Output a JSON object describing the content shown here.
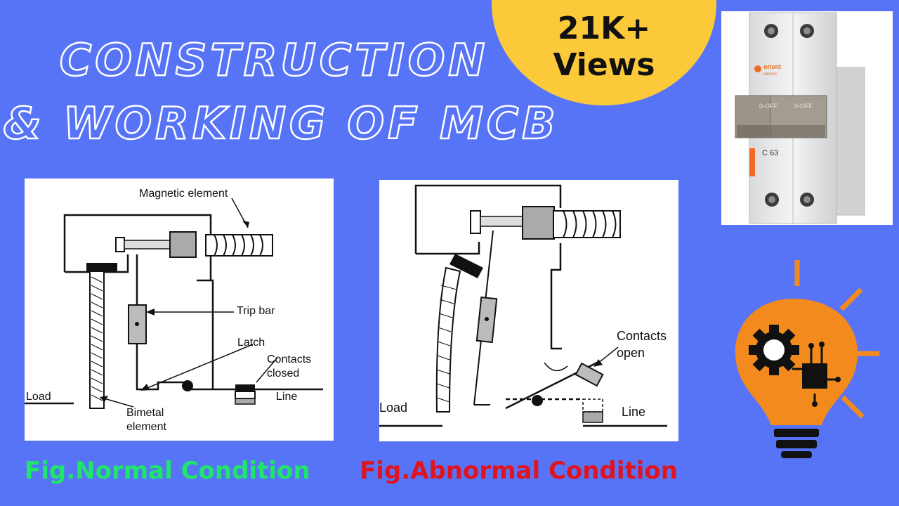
{
  "title": {
    "line1": "CONSTRUCTION",
    "line2": "& WORKING OF MCB"
  },
  "badge": {
    "line1": "21K+",
    "line2": "Views"
  },
  "diagram_normal": {
    "labels": {
      "magnetic_element": "Magnetic element",
      "trip_bar": "Trip bar",
      "latch": "Latch",
      "contacts_closed_1": "Contacts",
      "contacts_closed_2": "closed",
      "load": "Load",
      "line": "Line",
      "bimetal_1": "Bimetal",
      "bimetal_2": "element"
    }
  },
  "diagram_abnormal": {
    "labels": {
      "contacts_open_1": "Contacts",
      "contacts_open_2": "open",
      "load": "Load",
      "line": "Line"
    }
  },
  "product": {
    "brand": "orient",
    "brand_sub": "electric",
    "rating": "C 63",
    "switch_label": "0-OFF"
  },
  "captions": {
    "normal": "Fig.Normal Condition",
    "abnormal": "Fig.Abnormal Condition"
  },
  "colors": {
    "background": "#5874f6",
    "badge": "#fbc93a",
    "caption_normal": "#1ee66a",
    "caption_abnormal": "#e0141e",
    "bulb": "#f28a1d"
  }
}
